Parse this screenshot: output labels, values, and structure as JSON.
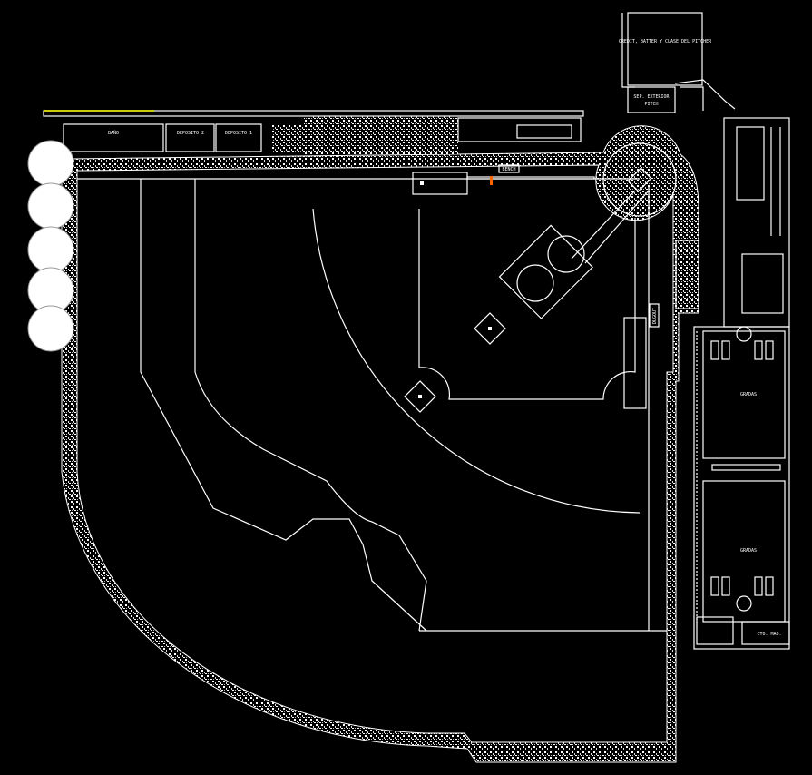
{
  "drawing": {
    "type": "CAD site plan - baseball field",
    "labels": {
      "top_building": "CREDIT, BATTER Y CLASE DEL PITCHER",
      "top_building_sub": "SEP. EXTERIOR",
      "top_building_sub2": "PITCH",
      "room_1": "BAÑO",
      "room_2": "DEPOSITO 2",
      "room_3": "DEPOSITO 1",
      "bench": "BENCH",
      "dugout": "DUGOUT",
      "right_hall_1": "GRADAS",
      "right_hall_2": "GRADAS",
      "right_room": "CTO. MAQ."
    },
    "colors": {
      "background": "#000000",
      "line": "#ffffff",
      "accent": "#ffff00",
      "marker": "#ff6600"
    }
  }
}
